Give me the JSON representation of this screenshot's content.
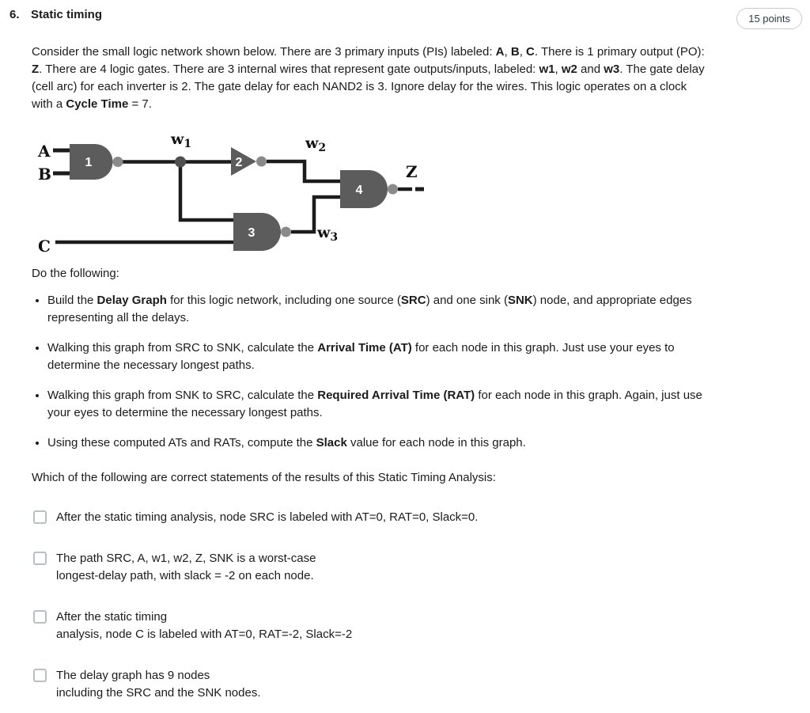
{
  "question": {
    "number": "6.",
    "title": "Static timing",
    "points_badge": "15 points"
  },
  "intro": {
    "segments": [
      {
        "t": "Consider the small logic network shown below. There are 3 primary inputs (PIs) labeled: "
      },
      {
        "t": "A",
        "b": true
      },
      {
        "t": ", "
      },
      {
        "t": "B",
        "b": true
      },
      {
        "t": ", "
      },
      {
        "t": "C",
        "b": true
      },
      {
        "t": ". There is 1 primary output (PO): "
      },
      {
        "t": "Z",
        "b": true
      },
      {
        "t": ". There are 4 logic gates. There are 3 internal wires that represent gate outputs/inputs, labeled: "
      },
      {
        "t": "w1",
        "b": true
      },
      {
        "t": ", "
      },
      {
        "t": "w2",
        "b": true
      },
      {
        "t": " and "
      },
      {
        "t": "w3",
        "b": true
      },
      {
        "t": ". The gate delay (cell arc) for each inverter is 2. The gate delay for each NAND2 is 3. Ignore delay for the wires. This logic operates on a clock with a "
      },
      {
        "t": "Cycle Time",
        "b": true
      },
      {
        "t": " = 7."
      }
    ]
  },
  "diagram": {
    "labels": {
      "input_a": "A",
      "input_b": "B",
      "input_c": "C",
      "output_z": "Z",
      "gate1": "1",
      "gate2": "2",
      "gate3": "3",
      "gate4": "4",
      "w1_base": "w",
      "w1_sub": "1",
      "w2_base": "w",
      "w2_sub": "2",
      "w3_base": "w",
      "w3_sub": "3"
    },
    "colors": {
      "gate_fill": "#5c5c5c",
      "bubble_fill": "#8a8a8a",
      "junction_fill": "#4f4f4f",
      "wire": "#1c1c1c",
      "label_text": "#111111",
      "gate_number": "#ffffff"
    }
  },
  "prompts": {
    "do_following": "Do the following:",
    "which_question": "Which of the following are correct statements of the results of this Static Timing Analysis:"
  },
  "bullets": [
    {
      "segments": [
        {
          "t": "Build the "
        },
        {
          "t": "Delay Graph",
          "b": true
        },
        {
          "t": " for this logic network, including one source ("
        },
        {
          "t": "SRC",
          "b": true
        },
        {
          "t": ") and one sink ("
        },
        {
          "t": "SNK",
          "b": true
        },
        {
          "t": ") node, and appropriate edges representing all the delays."
        }
      ]
    },
    {
      "segments": [
        {
          "t": "Walking this graph from SRC to SNK, calculate the "
        },
        {
          "t": "Arrival Time (AT)",
          "b": true
        },
        {
          "t": " for each node in this graph. Just use your eyes to determine the necessary longest paths."
        }
      ]
    },
    {
      "segments": [
        {
          "t": "Walking this graph from SNK to SRC, calculate the "
        },
        {
          "t": "Required Arrival Time (RAT)",
          "b": true
        },
        {
          "t": " for each node in this graph. Again, just use your eyes to determine the necessary longest paths."
        }
      ]
    },
    {
      "segments": [
        {
          "t": "Using these computed ATs and RATs, compute the "
        },
        {
          "t": "Slack",
          "b": true
        },
        {
          "t": " value for each node in this graph."
        }
      ]
    }
  ],
  "options": [
    {
      "text": "After the static timing analysis, node SRC is labeled with AT=0, RAT=0, Slack=0."
    },
    {
      "text": "The path SRC,  A, w1, w2, Z, SNK is a worst-case\nlongest-delay path, with slack = -2 on each node."
    },
    {
      "text": "After the static timing\nanalysis, node C is labeled with AT=0, RAT=-2, Slack=-2"
    },
    {
      "text": "The delay graph has 9 nodes\nincluding the SRC and the SNK nodes."
    }
  ]
}
